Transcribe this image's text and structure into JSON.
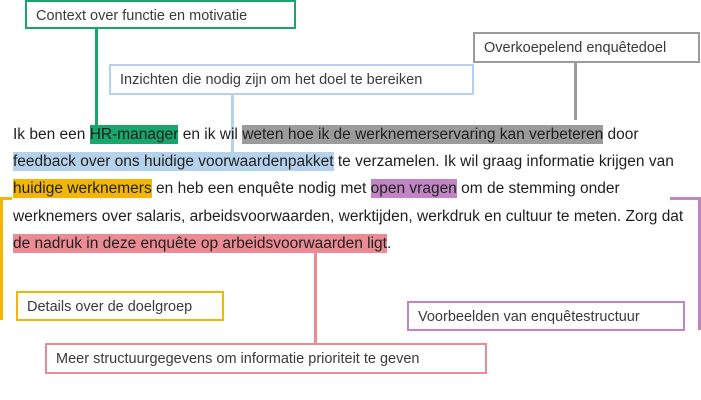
{
  "callouts": {
    "context": "Context over functie en motivatie",
    "goal": "Overkoepelend enquêtedoel",
    "insights": "Inzichten die nodig zijn om het doel te bereiken",
    "audience": "Details over de doelgroep",
    "examples": "Voorbeelden van enquêtestructuur",
    "structure": "Meer structuurgegevens om informatie prioriteit te geven"
  },
  "prompt": {
    "t1": "Ik ben een ",
    "h_role": "HR-manager",
    "t2": " en ik wil ",
    "h_goal": "weten hoe ik de werknemerservaring kan verbeteren",
    "t3": " door ",
    "h_insights": "feedback over ons huidige voorwaardenpakket",
    "t4": " te verzamelen. Ik wil graag informatie krijgen van ",
    "h_audience": "huidige werknemers",
    "t5": " en heb een enquête nodig met ",
    "h_examples": "open vragen",
    "t6": " om de stemming onder werknemers over salaris, arbeidsvoorwaarden, werktijden, werkdruk en cultuur te meten. Zorg dat ",
    "h_structure": "de nadruk in deze enquête op arbeidsvoorwaarden ligt",
    "t7": "."
  },
  "colors": {
    "green": "#1aa56b",
    "gray": "#9b9b9b",
    "blue": "#b5d2ec",
    "yellow": "#f2b705",
    "purple": "#c185c5",
    "red": "#ec8b94"
  }
}
